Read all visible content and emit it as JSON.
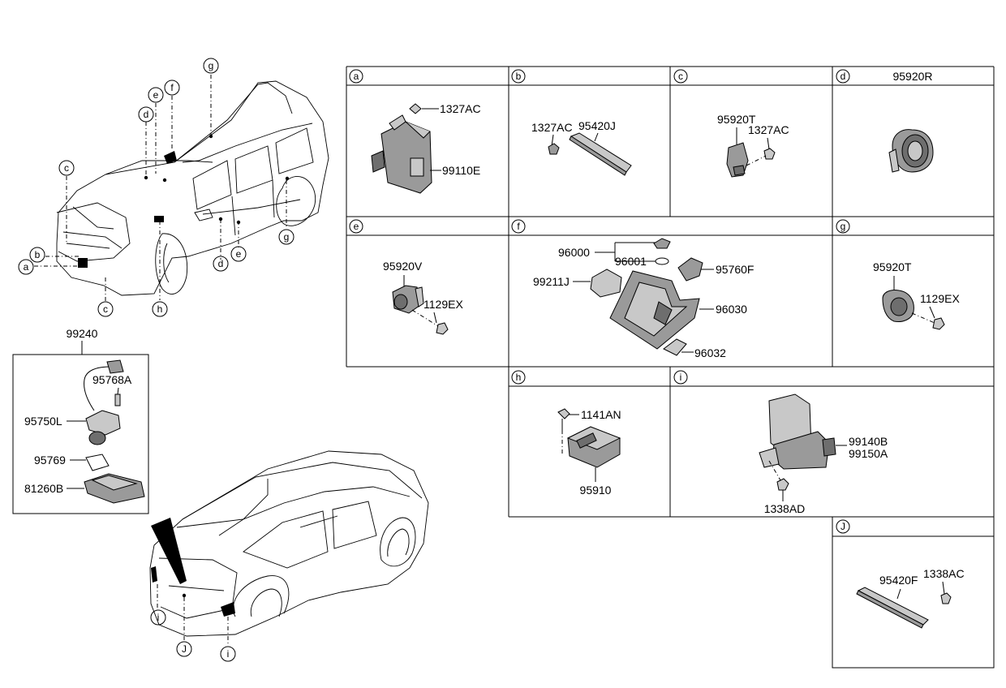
{
  "callouts": {
    "a": "a",
    "b": "b",
    "c": "c",
    "d": "d",
    "e": "e",
    "f": "f",
    "g": "g",
    "h": "h",
    "i": "i",
    "j": "J"
  },
  "panels": {
    "a": {
      "letter": "a",
      "parts": [
        "1327AC",
        "99110E"
      ]
    },
    "b": {
      "letter": "b",
      "parts": [
        "1327AC",
        "95420J"
      ]
    },
    "c": {
      "letter": "c",
      "parts": [
        "95920T",
        "1327AC"
      ]
    },
    "d": {
      "letter": "d",
      "title": "95920R"
    },
    "e": {
      "letter": "e",
      "parts": [
        "95920V",
        "1129EX"
      ]
    },
    "f": {
      "letter": "f",
      "parts": [
        "96000",
        "96001",
        "95760F",
        "99211J",
        "96030",
        "96032"
      ]
    },
    "g": {
      "letter": "g",
      "parts": [
        "95920T",
        "1129EX"
      ]
    },
    "h": {
      "letter": "h",
      "parts": [
        "1141AN",
        "95910"
      ]
    },
    "i": {
      "letter": "i",
      "parts": [
        "99140B",
        "99150A",
        "1338AD"
      ]
    },
    "j": {
      "letter": "J",
      "parts": [
        "95420F",
        "1338AC"
      ]
    }
  },
  "camera_kit": {
    "title": "99240",
    "parts": [
      "95768A",
      "95750L",
      "95769",
      "81260B"
    ]
  }
}
